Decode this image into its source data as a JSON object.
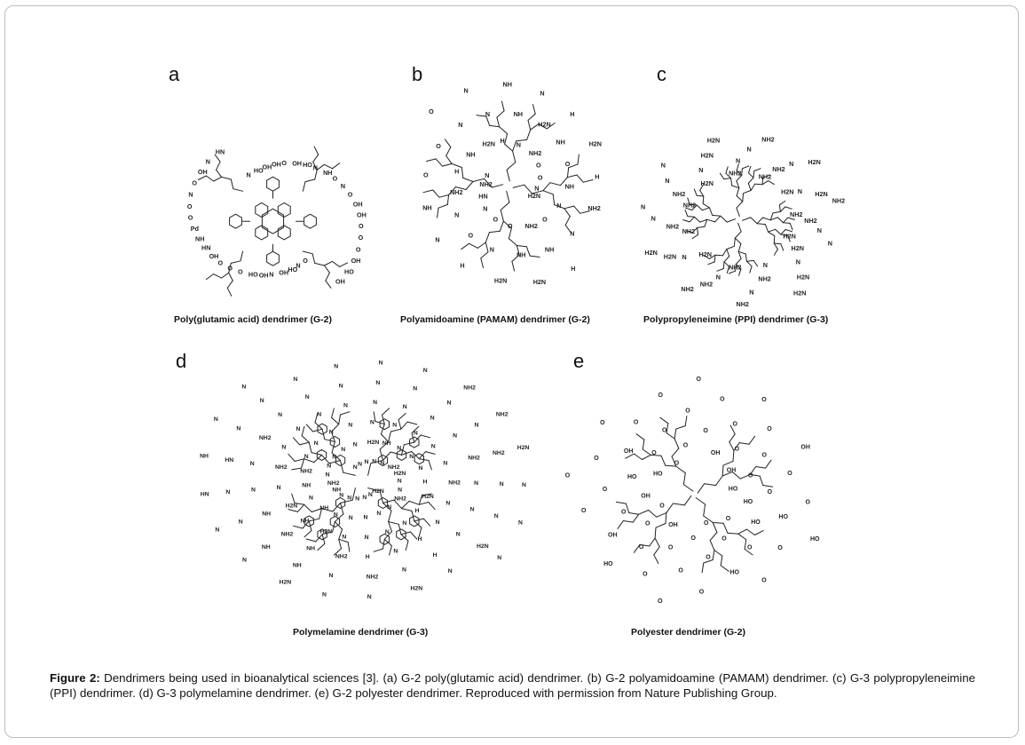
{
  "panels": [
    {
      "letter": "a",
      "caption": "Poly(glutamic acid) dendrimer (G-2)"
    },
    {
      "letter": "b",
      "caption": "Polyamidoamine (PAMAM) dendrimer (G-2)"
    },
    {
      "letter": "c",
      "caption": "Polypropyleneimine (PPI) dendrimer (G-3)"
    },
    {
      "letter": "d",
      "caption": "Polymelamine dendrimer (G-3)"
    },
    {
      "letter": "e",
      "caption": "Polyester dendrimer (G-2)"
    }
  ],
  "figure": {
    "label": "Figure 2:",
    "text": "Dendrimers being used in bioanalytical sciences [3]. (a) G-2 poly(glutamic acid) dendrimer. (b) G-2 polyamidoamine (PAMAM) dendrimer. (c) G-3 polypropyleneimine (PPI) dendrimer. (d) G-3 polymelamine dendrimer. (e) G-2 polyester dendrimer. Reproduced with permission from Nature Publishing Group."
  },
  "structure_labels": {
    "a": [
      "O",
      "OH",
      "HO",
      "O",
      "NH",
      "O",
      "OH",
      "N",
      "OH",
      "HO",
      "O",
      "OH",
      "O",
      "HO",
      "N",
      "N",
      "O",
      "OH",
      "Pd",
      "N",
      "N",
      "HO",
      "O",
      "N",
      "N",
      "OH",
      "O",
      "OH",
      "HO",
      "OH",
      "O",
      "HN",
      "O",
      "O",
      "HN",
      "OH",
      "OH",
      "NH",
      "O",
      "O",
      "OH"
    ],
    "b": [
      "H2N",
      "NH",
      "O",
      "H",
      "N",
      "NH2",
      "O",
      "H2N",
      "NH",
      "H2N",
      "O",
      "H",
      "N",
      "H",
      "NH",
      "O",
      "N",
      "NH2",
      "N",
      "N",
      "H",
      "N",
      "NH",
      "O",
      "NH2",
      "O",
      "H2N",
      "N",
      "N",
      "NH",
      "H",
      "O",
      "N",
      "N",
      "H",
      "O",
      "N",
      "N",
      "NH2",
      "H2N",
      "O",
      "HN",
      "O",
      "NH",
      "N",
      "NH",
      "NH2",
      "H2N",
      "NH"
    ],
    "c": [
      "H2N",
      "H2N",
      "NH2",
      "NH2",
      "H2N",
      "N",
      "N",
      "H2N",
      "NH2",
      "H2N",
      "NH2",
      "N",
      "H2N",
      "N",
      "NH2",
      "H2N",
      "N",
      "N",
      "H2N",
      "N",
      "N",
      "H2N",
      "N",
      "N",
      "NH2",
      "N",
      "N",
      "NH2",
      "NH2",
      "N",
      "N",
      "NH2",
      "N",
      "NH2",
      "H2N",
      "N",
      "NH2",
      "H2N",
      "NH2",
      "NH2",
      "H2N",
      "NH2",
      "NH2",
      "H2N",
      "NH2"
    ],
    "d": [
      "H2N",
      "H2N",
      "NH2",
      "NH2",
      "H2N",
      "NH",
      "NH",
      "HN",
      "HN",
      "NH2",
      "N",
      "N",
      "N",
      "N",
      "N",
      "N",
      "N",
      "N",
      "H",
      "N",
      "N",
      "N",
      "N",
      "H",
      "N",
      "N",
      "N",
      "N",
      "N",
      "N",
      "N",
      "N",
      "N",
      "N",
      "N",
      "N",
      "N",
      "N",
      "N",
      "N",
      "N",
      "H2N",
      "H",
      "N",
      "N",
      "N",
      "N",
      "N",
      "N",
      "N",
      "NH2",
      "N",
      "N",
      "N",
      "N",
      "N",
      "N",
      "N",
      "N",
      "H2N",
      "N",
      "N",
      "N",
      "H",
      "N",
      "N",
      "N",
      "H2N",
      "NH",
      "NH",
      "N",
      "NH2",
      "N",
      "N",
      "N",
      "N",
      "N",
      "N",
      "N",
      "NH2",
      "H2N",
      "N",
      "N",
      "N",
      "N",
      "N",
      "N",
      "N",
      "NH",
      "NH2",
      "H2N",
      "NH",
      "N",
      "N",
      "N",
      "N",
      "N",
      "N",
      "NH",
      "N",
      "NH2",
      "NH2",
      "N",
      "N",
      "H",
      "N",
      "N",
      "N",
      "N",
      "NH",
      "NH",
      "N",
      "NH2",
      "NH",
      "N",
      "N",
      "N",
      "N",
      "H2N",
      "N",
      "NH2",
      "N",
      "NH2",
      "NH2",
      "H2N",
      "NH2"
    ],
    "e": [
      "HO",
      "HO",
      "O",
      "O",
      "O",
      "OH",
      "O",
      "OH",
      "O",
      "O",
      "O",
      "O",
      "HO",
      "O",
      "O",
      "O",
      "HO",
      "O",
      "O",
      "O",
      "O",
      "O",
      "O",
      "O",
      "HO",
      "O",
      "O",
      "OH",
      "O",
      "O",
      "O",
      "O",
      "O",
      "O",
      "O",
      "HO",
      "O",
      "O",
      "O",
      "O",
      "OH",
      "HO",
      "O",
      "O",
      "O",
      "OH",
      "O",
      "O",
      "HO",
      "O",
      "O",
      "O",
      "HO",
      "O",
      "O",
      "OH",
      "OH"
    ]
  }
}
